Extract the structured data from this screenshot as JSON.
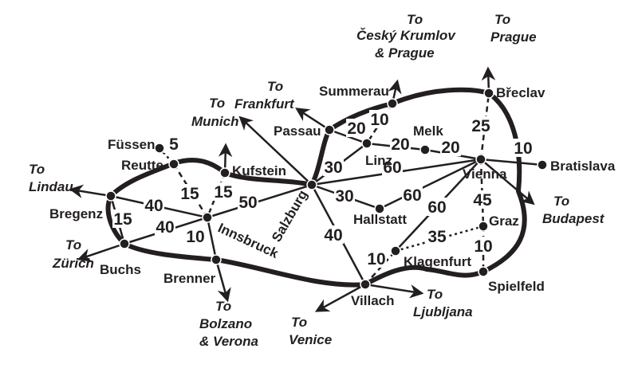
{
  "colors": {
    "ink": "#231f20",
    "background": "#ffffff"
  },
  "nodes": [
    {
      "id": "fussen",
      "name": "Füssen"
    },
    {
      "id": "reutte",
      "name": "Reutte"
    },
    {
      "id": "kufstein",
      "name": "Kufstein"
    },
    {
      "id": "bregenz",
      "name": "Bregenz"
    },
    {
      "id": "buchs",
      "name": "Buchs"
    },
    {
      "id": "innsbruck",
      "name": "Innsbruck"
    },
    {
      "id": "brenner",
      "name": "Brenner"
    },
    {
      "id": "salzburg",
      "name": "Salzburg"
    },
    {
      "id": "passau",
      "name": "Passau"
    },
    {
      "id": "summerau",
      "name": "Summerau"
    },
    {
      "id": "linz",
      "name": "Linz"
    },
    {
      "id": "melk",
      "name": "Melk"
    },
    {
      "id": "vienna",
      "name": "Vienna"
    },
    {
      "id": "bratislava",
      "name": "Bratislava"
    },
    {
      "id": "breclav",
      "name": "Břeclav"
    },
    {
      "id": "hallstatt",
      "name": "Hallstatt"
    },
    {
      "id": "graz",
      "name": "Graz"
    },
    {
      "id": "klagenfurt",
      "name": "Klagenfurt"
    },
    {
      "id": "spielfeld",
      "name": "Spielfeld"
    },
    {
      "id": "villach",
      "name": "Villach"
    }
  ],
  "edges": [
    {
      "from": "fussen",
      "to": "reutte",
      "label": "5",
      "style": "dotted"
    },
    {
      "from": "reutte",
      "to": "innsbruck",
      "label": "15",
      "style": "dashed"
    },
    {
      "from": "kufstein",
      "to": "innsbruck",
      "label": "15",
      "style": "dashed"
    },
    {
      "from": "bregenz",
      "to": "innsbruck",
      "label": "40",
      "style": "solid"
    },
    {
      "from": "buchs",
      "to": "innsbruck",
      "label": "40",
      "style": "solid"
    },
    {
      "from": "bregenz",
      "to": "buchs",
      "label": "15",
      "style": "solid"
    },
    {
      "from": "innsbruck",
      "to": "salzburg",
      "label": "50",
      "style": "solid"
    },
    {
      "from": "innsbruck",
      "to": "brenner",
      "label": "10",
      "style": "solid"
    },
    {
      "from": "salzburg",
      "to": "linz",
      "label": "30",
      "style": "solid"
    },
    {
      "from": "passau",
      "to": "linz",
      "label": "20",
      "style": "solid"
    },
    {
      "from": "summerau",
      "to": "linz",
      "label": "10",
      "style": "dashed"
    },
    {
      "from": "linz",
      "to": "melk",
      "label": "20",
      "style": "solid"
    },
    {
      "from": "melk",
      "to": "vienna",
      "label": "20",
      "style": "solid"
    },
    {
      "from": "salzburg",
      "to": "vienna",
      "label": "60",
      "style": "solid"
    },
    {
      "from": "salzburg",
      "to": "hallstatt",
      "label": "30",
      "style": "solid"
    },
    {
      "from": "hallstatt",
      "to": "vienna",
      "label": "60",
      "style": "solid"
    },
    {
      "from": "klagenfurt",
      "to": "vienna",
      "label": "60",
      "style": "solid"
    },
    {
      "from": "salzburg",
      "to": "villach",
      "label": "40",
      "style": "solid"
    },
    {
      "from": "villach",
      "to": "klagenfurt",
      "label": "10",
      "style": "dashed"
    },
    {
      "from": "klagenfurt",
      "to": "graz",
      "label": "35",
      "style": "dotted"
    },
    {
      "from": "vienna",
      "to": "graz",
      "label": "45",
      "style": "dashed"
    },
    {
      "from": "graz",
      "to": "spielfeld",
      "label": "10",
      "style": "dashed"
    },
    {
      "from": "vienna",
      "to": "breclav",
      "label": "25",
      "style": "dashed"
    },
    {
      "from": "vienna",
      "to": "bratislava",
      "label": "10",
      "style": "solid"
    }
  ],
  "destinations": [
    {
      "id": "lindau",
      "line1": "To",
      "line2": "Lindau"
    },
    {
      "id": "zurich",
      "line1": "To",
      "line2": "Zürich"
    },
    {
      "id": "munich",
      "line1": "To",
      "line2": "Munich"
    },
    {
      "id": "frankfurt",
      "line1": "To",
      "line2": "Frankfurt"
    },
    {
      "id": "krumlov",
      "line1": "To",
      "line2": "Český Krumlov",
      "line3": "& Prague"
    },
    {
      "id": "prague",
      "line1": "To",
      "line2": "Prague"
    },
    {
      "id": "budapest",
      "line1": "To",
      "line2": "Budapest"
    },
    {
      "id": "ljubljana",
      "line1": "To",
      "line2": "Ljubljana"
    },
    {
      "id": "venice",
      "line1": "To",
      "line2": "Venice"
    },
    {
      "id": "bolzano",
      "line1": "To",
      "line2": "Bolzano",
      "line3": "& Verona"
    }
  ]
}
